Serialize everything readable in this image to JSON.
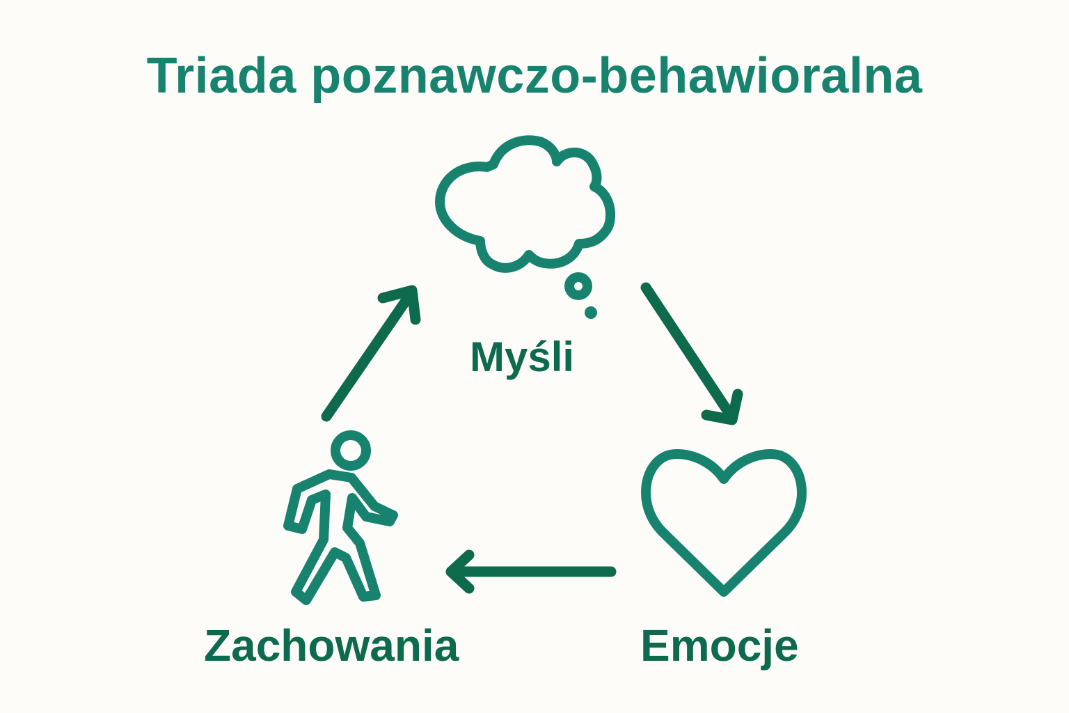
{
  "title": "Triada poznawczo-behawioralna",
  "nodes": [
    {
      "id": "thoughts",
      "label": "Myśli",
      "icon": "thought-cloud-icon"
    },
    {
      "id": "emotions",
      "label": "Emocje",
      "icon": "heart-icon"
    },
    {
      "id": "behaviors",
      "label": "Zachowania",
      "icon": "walking-person-icon"
    }
  ],
  "edges": [
    {
      "from": "thoughts",
      "to": "emotions"
    },
    {
      "from": "emotions",
      "to": "behaviors"
    },
    {
      "from": "behaviors",
      "to": "thoughts"
    }
  ],
  "colors": {
    "background": "#fdfcf9",
    "title": "#17836e",
    "icon": "#17836e",
    "arrow": "#0d6a4d",
    "label": "#0e6a4e"
  }
}
